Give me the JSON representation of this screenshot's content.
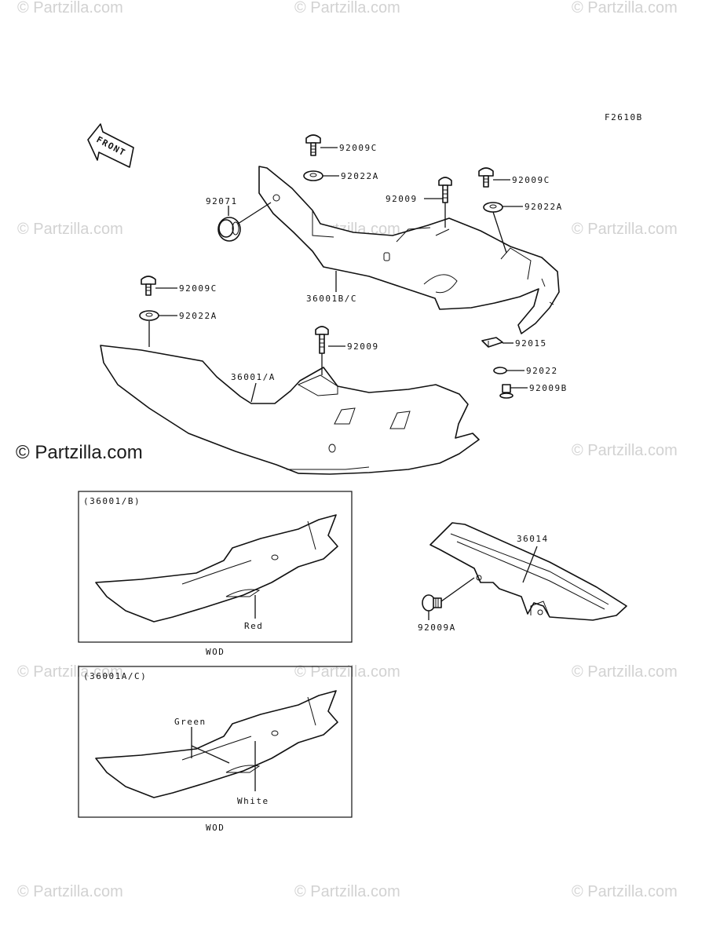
{
  "watermark": "© Partzilla.com",
  "figure_code": "F2610B",
  "front_arrow_text": "FRONT",
  "parts": {
    "p92009C_top": "92009C",
    "p92022A_top": "92022A",
    "p92071": "92071",
    "p92009_mid": "92009",
    "p92009C_right": "92009C",
    "p92022A_right": "92022A",
    "p36001BC": "36001B/C",
    "p92009C_left": "92009C",
    "p92022A_left": "92022A",
    "p92009_lower": "92009",
    "p36001A": "36001/A",
    "p92015": "92015",
    "p92022": "92022",
    "p92009B": "92009B",
    "p36014": "36014",
    "p92009A": "92009A"
  },
  "inset1": {
    "title": "(36001/B)",
    "color_label": "Red",
    "caption": "WOD"
  },
  "inset2": {
    "title": "(36001A/C)",
    "color_label_1": "Green",
    "color_label_2": "White",
    "caption": "WOD"
  }
}
